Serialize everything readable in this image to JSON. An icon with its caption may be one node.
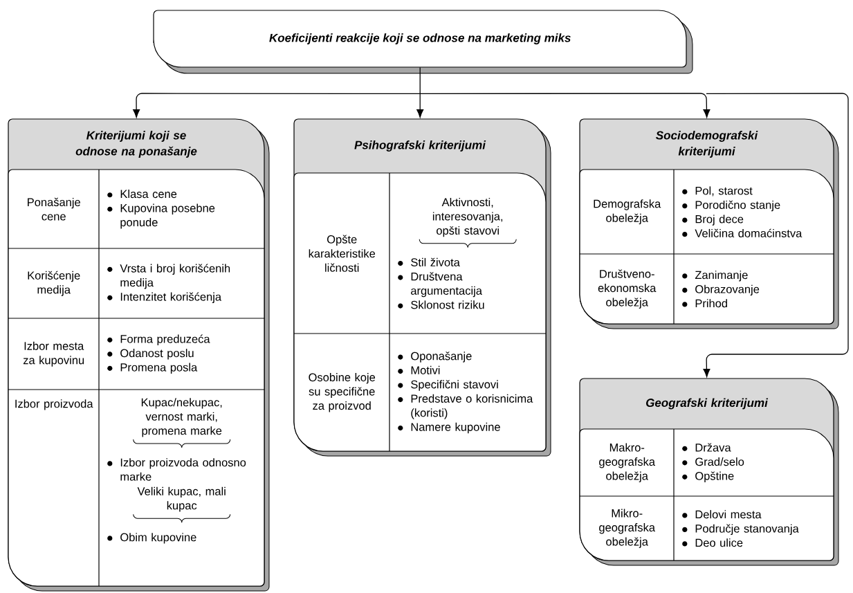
{
  "diagram": {
    "nodes": [
      {
        "text": [
          "Koeficijenti reakcije koji se odnose na marketing miks"
        ]
      },
      {
        "text": [
          "Kriterijumi koji se odnose na ponašanje"
        ]
      },
      {
        "text": [
          "Ponašanje cene"
        ],
        "in": 1
      },
      {
        "text": [
          "Klasa cene",
          "Kupovina posebne ponude"
        ],
        "in": 1
      },
      {
        "text": [
          "Korišćenje medija"
        ],
        "in": 1
      },
      {
        "text": [
          "Vrsta i broj korišćenih medija",
          "Intenzitet korišćenja"
        ],
        "in": 1
      },
      {
        "text": [
          "Izbor mesta za kupovinu"
        ],
        "in": 1
      },
      {
        "text": [
          "Forma preduzeća",
          "Odanost poslu",
          "Promena posla"
        ],
        "in": 1
      },
      {
        "text": [
          "Izbor proizvoda"
        ],
        "in": 1
      },
      {
        "text": [
          "Kupac/nekupac, vernost marki, promena marke",
          "Izbor proizvoda odnosno marke",
          "Veliki kupac, mali kupac",
          "Obim kupovine"
        ],
        "in": 1
      },
      {
        "text": [
          "Psihografski kriterijumi"
        ]
      },
      {
        "text": [
          "Opšte karakteristike ličnosti"
        ],
        "in": 10
      },
      {
        "text": [
          "Aktivnosti, interesovanja, opšti stavovi",
          "Stil života",
          "Društvena argumentacija",
          "Sklonost riziku"
        ],
        "in": 10
      },
      {
        "text": [
          "Osobine koje su specifične za proizvod"
        ],
        "in": 10
      },
      {
        "text": [
          "Oponašanje",
          "Motivi",
          "Specifični stavovi",
          "Predstave o korisnicima (koristi)",
          "Namere kupovine"
        ],
        "in": 10
      },
      {
        "text": [
          "Sociodemografski kriterijumi"
        ]
      },
      {
        "text": [
          "Demografska obeležja"
        ],
        "in": 15
      },
      {
        "text": [
          "Pol, starost",
          "Porodično stanje",
          "Broj dece",
          "Veličina domaćinstva"
        ],
        "in": 15
      },
      {
        "text": [
          "Društveno-ekonomska obeležja"
        ],
        "in": 15
      },
      {
        "text": [
          "Zanimanje",
          "Obrazovanje",
          "Prihod"
        ],
        "in": 15
      },
      {
        "text": [
          "Geografski kriterijumi"
        ]
      },
      {
        "text": [
          "Makro-geografska obeležja"
        ],
        "in": 20
      },
      {
        "text": [
          "Država",
          "Grad/selo",
          "Opštine"
        ],
        "in": 20
      },
      {
        "text": [
          "Mikro-geografska obeležja"
        ],
        "in": 20
      },
      {
        "text": [
          "Delovi mesta",
          "Područje stanovanja",
          "Deo ulice"
        ],
        "in": 20
      }
    ],
    "edges": [
      {
        "from": 0,
        "to": 1,
        "arrow": "to"
      },
      {
        "from": 0,
        "to": 10,
        "arrow": "to"
      },
      {
        "from": 0,
        "to": 15,
        "arrow": "to"
      },
      {
        "from": 0,
        "to": 20,
        "arrow": "to"
      }
    ]
  }
}
